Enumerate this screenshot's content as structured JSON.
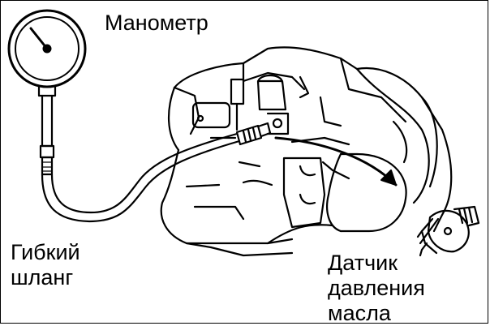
{
  "labels": {
    "pressure_gauge": "Манометр",
    "flexible_hose": [
      "Гибкий",
      "шланг"
    ],
    "oil_pressure_sensor": [
      "Датчик",
      "давления",
      "масла"
    ]
  },
  "icons": {
    "gauge": "pressure-gauge-icon",
    "hose": "flexible-hose-icon",
    "sensor": "oil-pressure-sensor-icon",
    "engine": "engine-block-illustration",
    "arrow": "direction-arrow-icon"
  },
  "colors": {
    "line": "#000000",
    "background": "#ffffff"
  }
}
